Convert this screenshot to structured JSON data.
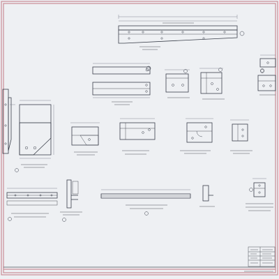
{
  "sheet": {
    "paper_color": "#eef0f3",
    "ink_color": "#3a3f4a",
    "border_accent_color": "#c98d96"
  },
  "drawings": [
    {
      "id": "long-angle-elevation"
    },
    {
      "id": "flat-plate-upper-left"
    },
    {
      "id": "flat-plate-long"
    },
    {
      "id": "angle-bracket-center"
    },
    {
      "id": "plate-bracket-center-right"
    },
    {
      "id": "plate-right-top"
    },
    {
      "id": "plate-right-mid"
    },
    {
      "id": "bracket-left-large"
    },
    {
      "id": "gusset-left-small"
    },
    {
      "id": "clip-plate-a"
    },
    {
      "id": "clip-plate-b"
    },
    {
      "id": "clip-plate-c"
    },
    {
      "id": "clip-plate-d"
    },
    {
      "id": "threaded-bar-left"
    },
    {
      "id": "angle-post-left"
    },
    {
      "id": "threaded-bar-center"
    },
    {
      "id": "small-clip-bottom"
    },
    {
      "id": "bracket-bottom-right"
    }
  ]
}
